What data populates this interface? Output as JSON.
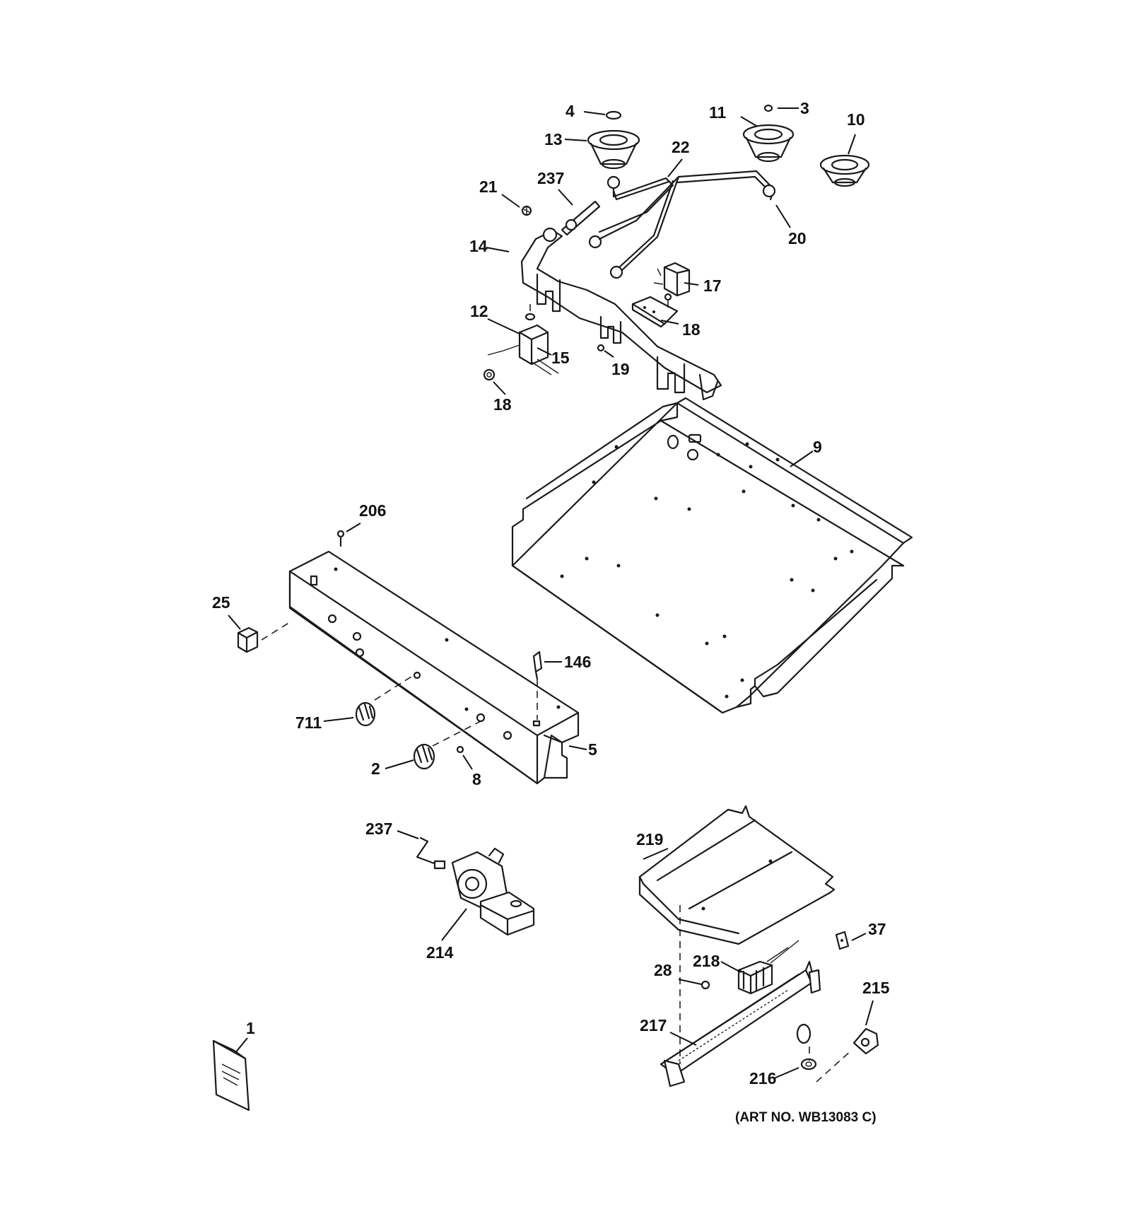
{
  "diagram": {
    "art_number": "(ART NO. WB13083 C)",
    "callouts": {
      "c4": "4",
      "c3": "3",
      "c11": "11",
      "c10": "10",
      "c13": "13",
      "c22": "22",
      "c21": "21",
      "c237a": "237",
      "c14": "14",
      "c20": "20",
      "c17": "17",
      "c12": "12",
      "c18a": "18",
      "c15": "15",
      "c19": "19",
      "c18b": "18",
      "c9": "9",
      "c206": "206",
      "c25": "25",
      "c146": "146",
      "c711": "711",
      "c5": "5",
      "c2": "2",
      "c8": "8",
      "c237b": "237",
      "c219": "219",
      "c214": "214",
      "c37": "37",
      "c218": "218",
      "c28": "28",
      "c215": "215",
      "c217": "217",
      "c216": "216",
      "c1": "1"
    }
  }
}
